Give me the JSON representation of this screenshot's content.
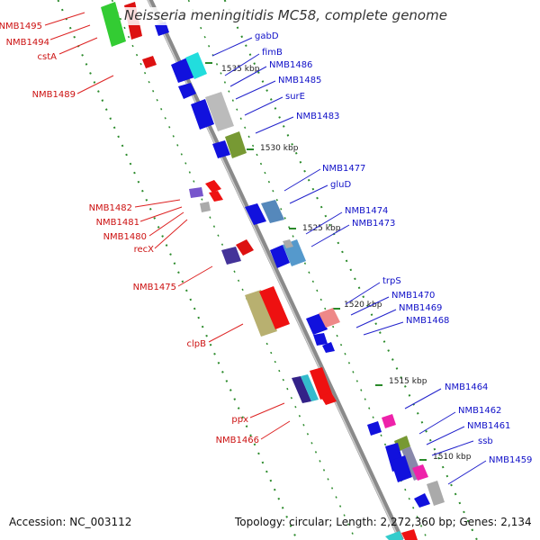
{
  "title": "Neisseria meningitidis MC58, complete genome",
  "footer": {
    "accession": "Accession: NC_003112",
    "topology": "Topology: circular; Length: 2,272,360 bp; Genes: 2,134"
  },
  "colors": {
    "backbone": "#888888",
    "forward_label": "#1010c8",
    "reverse_label": "#cc1111",
    "tick": "#2a8a2a"
  },
  "scale_labels": [
    "1535 kbp",
    "1530 kbp",
    "1525 kbp",
    "1520 kbp",
    "1515 kbp",
    "1510 kbp"
  ],
  "reverse_strand_labels": [
    "NMB1495",
    "NMB1494",
    "cstA",
    "NMB1489",
    "NMB1482",
    "NMB1481",
    "NMB1480",
    "recX",
    "NMB1475",
    "clpB",
    "ppx",
    "NMB1466"
  ],
  "forward_strand_labels": [
    "gabD",
    "fimB",
    "NMB1486",
    "NMB1485",
    "surE",
    "NMB1483",
    "NMB1477",
    "gluD",
    "NMB1474",
    "NMB1473",
    "trpS",
    "NMB1470",
    "NMB1469",
    "NMB1468",
    "NMB1464",
    "NMB1462",
    "NMB1461",
    "ssb",
    "NMB1459"
  ]
}
